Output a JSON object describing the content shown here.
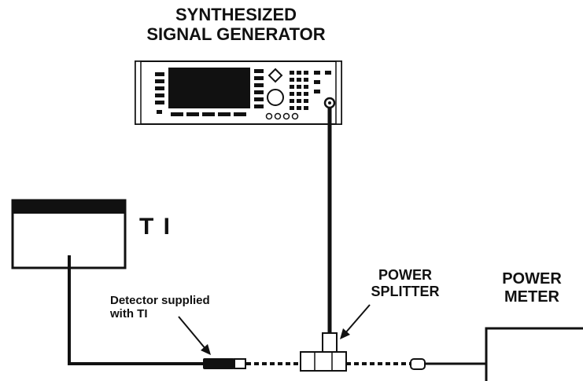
{
  "generator": {
    "title_line1": "SYNTHESIZED",
    "title_line2": "SIGNAL GENERATOR"
  },
  "ti": {
    "label": "T I"
  },
  "splitter": {
    "label_line1": "POWER",
    "label_line2": "SPLITTER"
  },
  "meter": {
    "label_line1": "POWER",
    "label_line2": "METER"
  },
  "detector": {
    "label_line1": "Detector supplied",
    "label_line2": "with TI"
  },
  "colors": {
    "line": "#111111",
    "background": "#ffffff"
  }
}
